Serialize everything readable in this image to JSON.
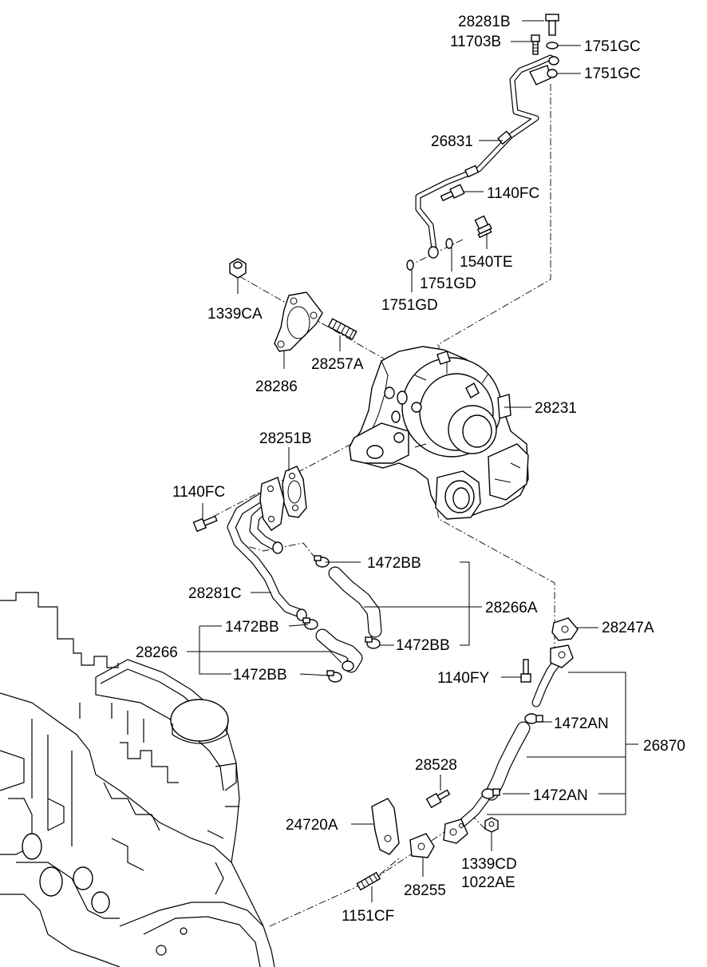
{
  "diagram": {
    "labels": {
      "p28281B": "28281B",
      "p11703B": "11703B",
      "p1751GC_a": "1751GC",
      "p1751GC_b": "1751GC",
      "p26831": "26831",
      "p1140FC_a": "1140FC",
      "p1540TE": "1540TE",
      "p1751GD_a": "1751GD",
      "p1751GD_b": "1751GD",
      "p1339CA": "1339CA",
      "p28257A": "28257A",
      "p28286": "28286",
      "p28231": "28231",
      "p28251B": "28251B",
      "p1140FC_b": "1140FC",
      "p1472BB_a": "1472BB",
      "p28281C": "28281C",
      "p28266A": "28266A",
      "p1472BB_b": "1472BB",
      "p28266": "28266",
      "p1472BB_c": "1472BB",
      "p1472BB_d": "1472BB",
      "p28247A": "28247A",
      "p1140FY": "1140FY",
      "p1472AN_a": "1472AN",
      "p26870": "26870",
      "p28528": "28528",
      "p1472AN_b": "1472AN",
      "p24720A": "24720A",
      "p1339CD": "1339CD",
      "p1022AE": "1022AE",
      "p28255": "28255",
      "p1151CF": "1151CF"
    }
  }
}
